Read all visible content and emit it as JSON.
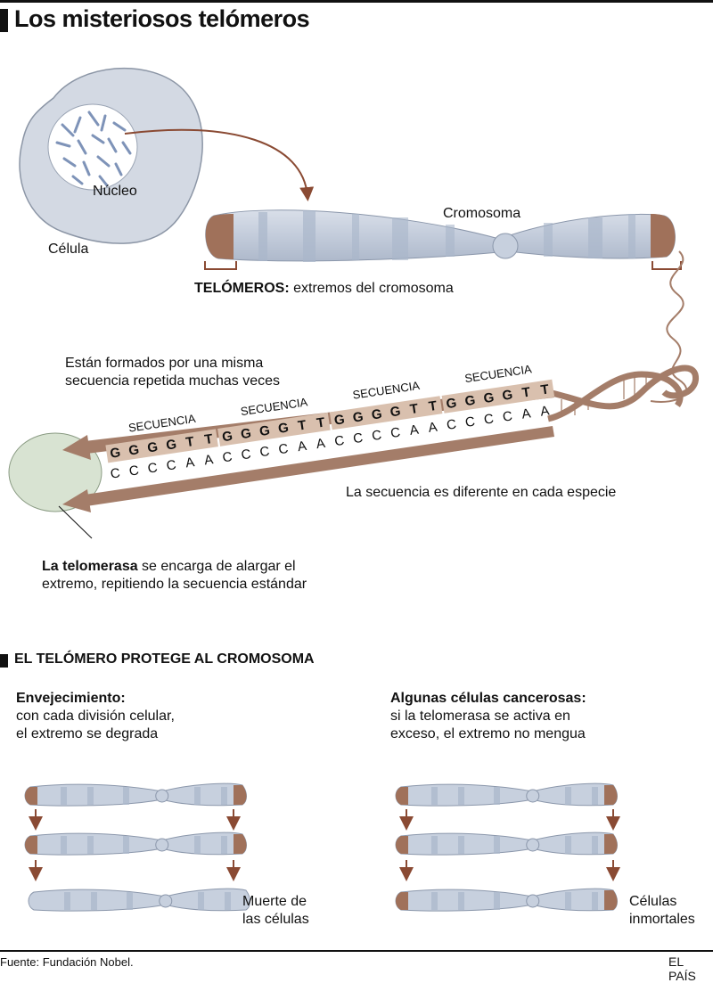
{
  "title": "Los misteriosos telómeros",
  "diagram": {
    "cell_label": "Célula",
    "nucleus_label": "Núcleo",
    "chromosome_label": "Cromosoma",
    "telomeres_bold": "TELÓMEROS:",
    "telomeres_text": " extremos del cromosoma",
    "repeat_note_line1": "Están formados por una misma",
    "repeat_note_line2": "secuencia repetida muchas veces",
    "sequence_label": "SECUENCIA",
    "top_strand": [
      "G",
      "G",
      "G",
      "G",
      "T",
      "T",
      "G",
      "G",
      "G",
      "G",
      "T",
      "T",
      "G",
      "G",
      "G",
      "G",
      "T",
      "T",
      "G",
      "G",
      "G",
      "G",
      "T",
      "T"
    ],
    "bottom_strand": [
      "C",
      "C",
      "C",
      "C",
      "A",
      "A",
      "C",
      "C",
      "C",
      "C",
      "A",
      "A",
      "C",
      "C",
      "C",
      "C",
      "A",
      "A",
      "C",
      "C",
      "C",
      "C",
      "A",
      "A"
    ],
    "species_note": "La secuencia es diferente en cada especie",
    "telomerase_bold": "La telomerasa",
    "telomerase_text1": " se encarga de alargar el",
    "telomerase_text2": "extremo, repitiendo la secuencia estándar"
  },
  "section": {
    "title": "EL TELÓMERO PROTEGE AL CROMOSOMA",
    "left": {
      "heading": "Envejecimiento:",
      "line1": "con cada división celular,",
      "line2": "el extremo se degrada",
      "end_line1": "Muerte de",
      "end_line2": "las células"
    },
    "right": {
      "heading": "Algunas células cancerosas:",
      "line1": "si la telomerasa se activa en",
      "line2": "exceso, el extremo no mengua",
      "end_line1": "Células",
      "end_line2": "inmortales"
    }
  },
  "footer": {
    "source": "Fuente: Fundación Nobel.",
    "brand": "EL PAÍS"
  },
  "colors": {
    "chromosome": "#c7d0de",
    "chromosome_band": "#a9b6ca",
    "telomere": "#a0715a",
    "strand": "#a47d69",
    "highlight": "#d9c0ae",
    "telomerase": "#d8e3d2",
    "cell": "#d3d9e3"
  }
}
